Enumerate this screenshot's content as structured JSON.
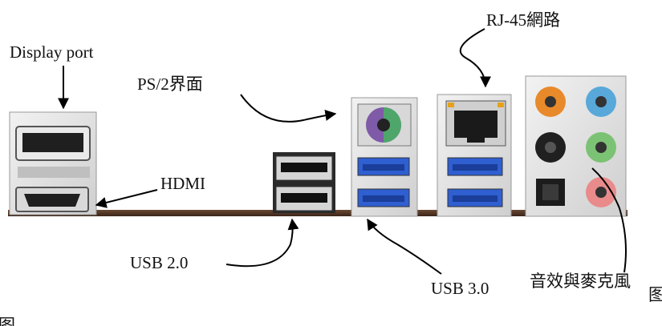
{
  "labels": {
    "display_port": "Display port",
    "ps2": "PS/2界面",
    "rj45": "RJ-45網路",
    "hdmi": "HDMI",
    "usb2": "USB 2.0",
    "usb3": "USB 3.0",
    "audio": "音效與麥克風",
    "clipped_right": "图",
    "clipped_bottom": "图"
  },
  "colors": {
    "ps2_port": "#7e5aa8",
    "ps2_port_green": "#4fa66a",
    "usb3_blue": "#2f5fd0",
    "audio_orange": "#e88a2a",
    "audio_blue": "#58a8da",
    "audio_black": "#202020",
    "audio_green": "#7cc274",
    "audio_pink": "#e98b8b"
  }
}
